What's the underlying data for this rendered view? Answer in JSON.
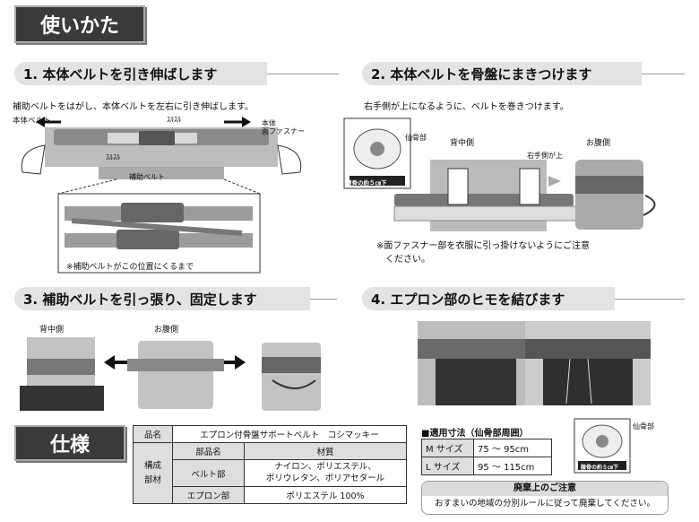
{
  "usage_title": "使いかた",
  "steps": [
    {
      "label": "1. 本体ベルトを引き伸ばします",
      "desc": "補助ベルトをはがし、本体ベルトを左右に引き伸ばします。",
      "callouts": {
        "main_belt": "本体ベルト",
        "sursur_top": "ｽﾙｽﾙ",
        "sursur_bottom": "ｽﾙｽﾙ",
        "body_fastener": "本体\n面ファスナー",
        "aux_belt": "補助ベルト",
        "zoom_note": "※補助ベルトがこの位置にくるまで"
      }
    },
    {
      "label": "2. 本体ベルトを骨盤にまきつけます",
      "desc": "右手側が上になるように、ベルトを巻きつけます。",
      "callouts": {
        "sacrum": "仙骨部",
        "back": "背中側",
        "belly": "お腹側",
        "right_up": "右手側が上",
        "inset": "腰骨の約５㎝下",
        "note": "※面ファスナー部を衣服に引っ掛けないようにご注意\n　ください。"
      }
    },
    {
      "label": "3. 補助ベルトを引っ張り、固定します",
      "callouts": {
        "back": "背中側",
        "belly": "お腹側"
      }
    },
    {
      "label": "4. エプロン部のヒモを結びます"
    }
  ],
  "spec_title": "仕様",
  "spec": {
    "row1": {
      "h": "品名",
      "v": "エプロン付骨盤サポートベルト　コシマッキー"
    },
    "head": {
      "a": "部品名",
      "b": "材質"
    },
    "group": "構成\n部材",
    "row2": {
      "h": "ベルト部",
      "v": "ナイロン、ポリエステル、\nポリウレタン、ポリアセタール"
    },
    "row3": {
      "h": "エプロン部",
      "v": "ポリエステル 100%"
    }
  },
  "sizes": {
    "title": "■適用寸法（仙骨部周囲）",
    "rows": [
      {
        "name": "M サイズ",
        "range": "75 ～ 95cm"
      },
      {
        "name": "L サイズ",
        "range": "95 ～ 115cm"
      }
    ],
    "sacrum": "仙骨部",
    "inset": "腰骨の約５㎝下"
  },
  "disposal": {
    "title": "廃棄上のご注意",
    "text": "おすまいの地域の分別ルールに従って廃棄してください。"
  }
}
